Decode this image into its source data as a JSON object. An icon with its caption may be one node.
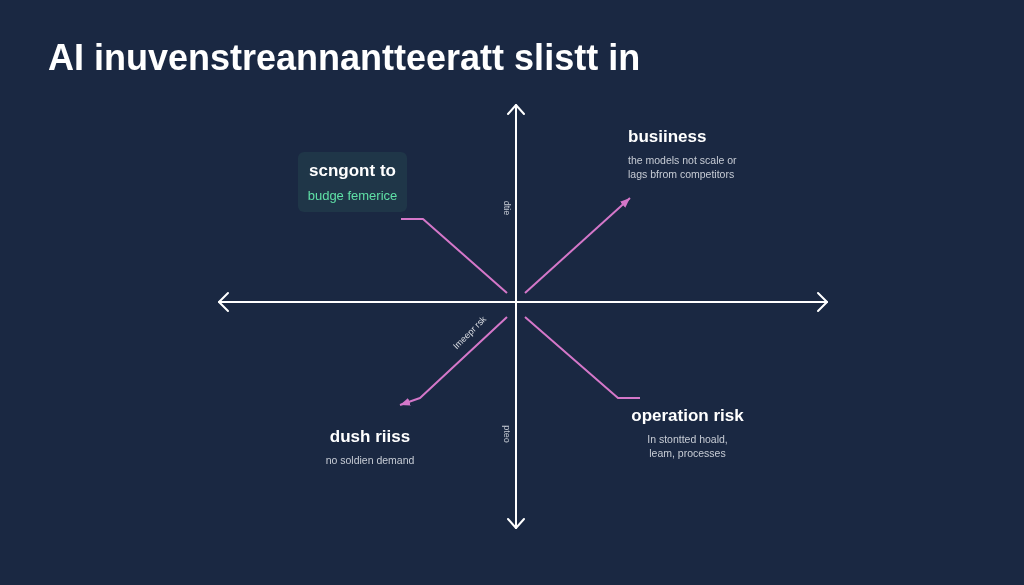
{
  "diagram": {
    "title": "AI inuvenstreannantteeratt slistt in",
    "nodes": [
      {
        "text": [
          "scngont to",
          "budge femerice"
        ]
      },
      {
        "text": [
          "busiiness",
          "the models not scale or lags bfrom competitors"
        ]
      },
      {
        "text": [
          "dush riiss",
          "no soldien demand"
        ]
      },
      {
        "text": [
          "operation risk",
          "In stontted hoald, leam, processes"
        ]
      },
      {
        "text": [],
        "shape": "line"
      }
    ],
    "edges": [
      {
        "from": 0,
        "to": 4,
        "arrow": "none"
      },
      {
        "from": 4,
        "to": 1,
        "arrow": "to"
      },
      {
        "from": 4,
        "to": 2,
        "arrow": "to",
        "label": "Imeepr rsk"
      },
      {
        "from": 3,
        "to": 4,
        "arrow": "none"
      }
    ],
    "labels": [
      "dtie",
      "pteo"
    ]
  }
}
